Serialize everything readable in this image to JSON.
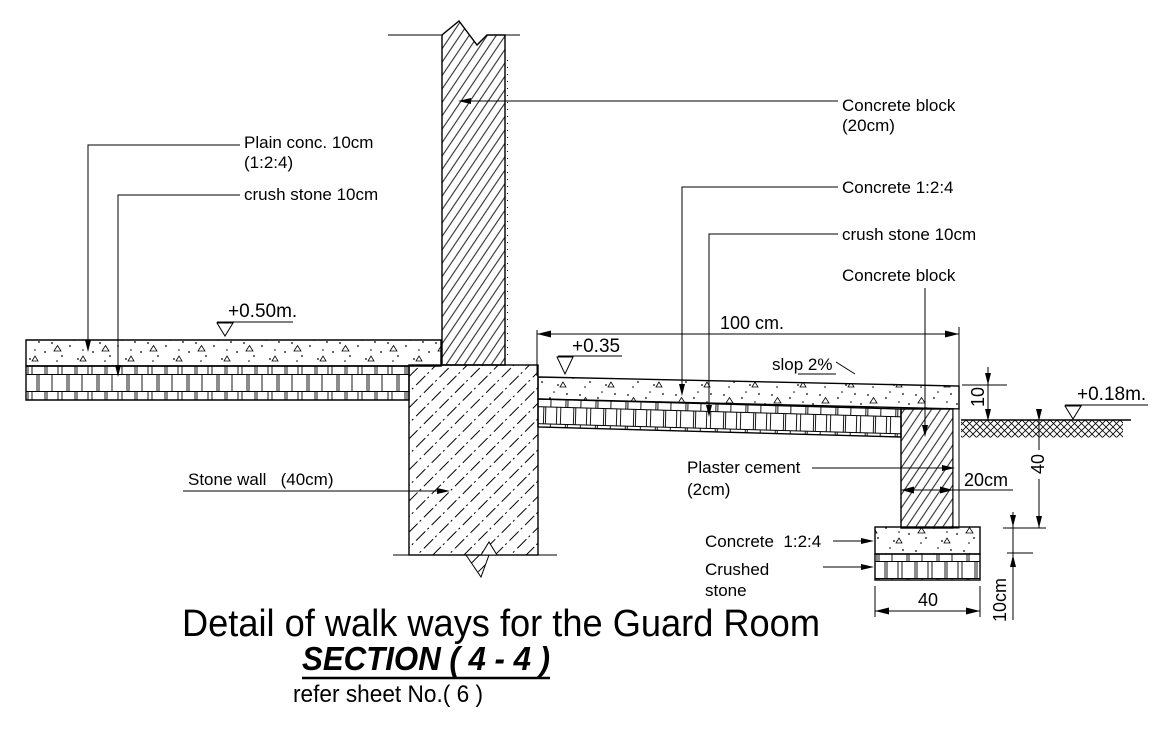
{
  "document": {
    "title": "Detail of walk ways for the Guard Room",
    "section_title": "SECTION ( 4 - 4 )",
    "reference": "refer sheet No.( 6 )"
  },
  "annotations": {
    "plain_concrete_1": "Plain conc. 10cm",
    "plain_concrete_2": "(1:2:4)",
    "crush_stone_left": "crush stone 10cm",
    "concrete_block_top_1": "Concrete block",
    "concrete_block_top_2": "(20cm)",
    "concrete_mid": "Concrete 1:2:4",
    "crush_stone_mid": "crush stone 10cm",
    "concrete_block_mid": "Concrete block",
    "stone_wall": "Stone wall   (40cm)",
    "plaster_1": "Plaster cement",
    "plaster_2": "(2cm)",
    "footing_concrete": "Concrete  1:2:4",
    "footing_crushed_1": "Crushed",
    "footing_crushed_2": "stone",
    "slope": "slop 2%"
  },
  "levels": {
    "walkway_left": "+0.50m.",
    "walkway_mid": "+0.35",
    "ground": "+0.18m."
  },
  "dimensions": {
    "walkway_width": "100 cm.",
    "step_height": "10",
    "pillar_depth": "40",
    "pillar_width": "20cm",
    "footing_layer": "10cm",
    "footing_width": "40"
  },
  "colors": {
    "ink": "#000000",
    "paper": "#ffffff"
  }
}
